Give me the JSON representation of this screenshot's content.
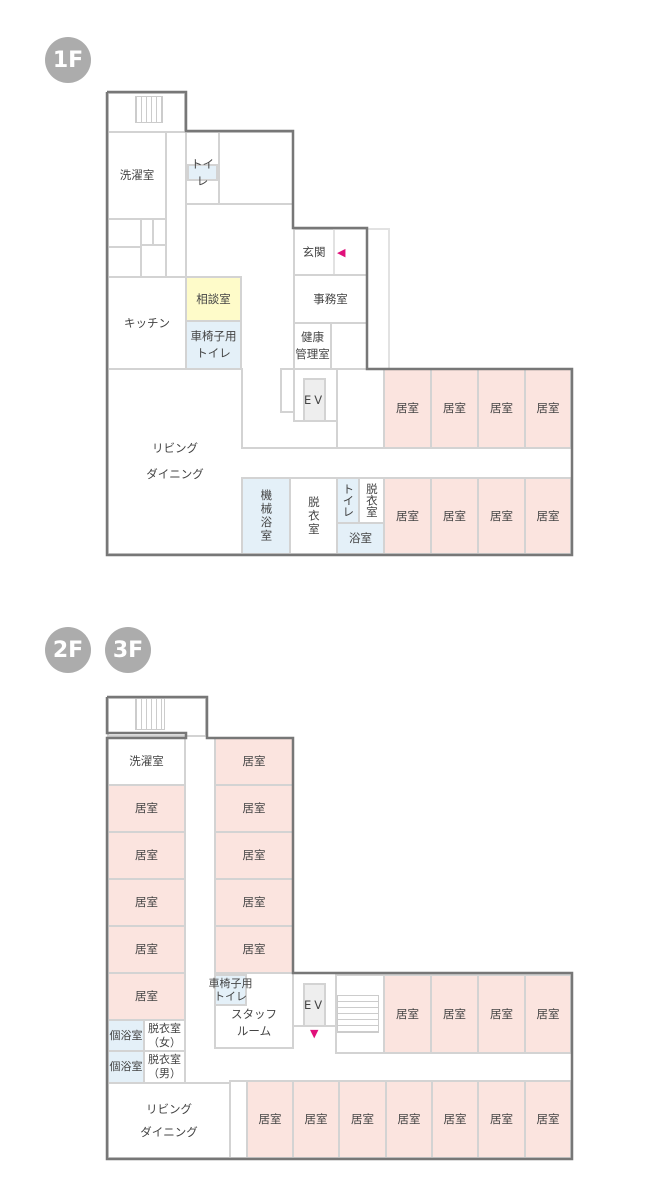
{
  "floor1": {
    "badge": "1F",
    "rooms": [
      "洗濯室",
      "トイレ",
      "玄関",
      "相談室",
      "事務室",
      "キッチン",
      "車椅子用\nトイレ",
      "健康\n管理室",
      "EV",
      "居室",
      "居室",
      "居室",
      "居室",
      "リビング\nダイニング",
      "機械浴室",
      "脱衣室",
      "トイレ",
      "脱衣室",
      "浴室",
      "居室",
      "居室",
      "居室",
      "居室"
    ]
  },
  "floor23": {
    "badges": [
      "2F",
      "3F"
    ],
    "rooms": [
      "洗濯室",
      "居室",
      "居室",
      "居室",
      "居室",
      "居室",
      "居室",
      "居室",
      "居室",
      "居室",
      "居室",
      "車椅子用\nトイレ",
      "スタッフ\nルーム",
      "EV",
      "個浴室",
      "脱衣室\n（女）",
      "個浴室",
      "脱衣室\n（男）",
      "居室",
      "居室",
      "居室",
      "居室",
      "リビング\nダイニング",
      "居室",
      "居室",
      "居室",
      "居室",
      "居室",
      "居室",
      "居室"
    ]
  },
  "colors": {
    "resident_room": "#fbe4df",
    "water": "#e4f0f8",
    "consult": "#fefbc9",
    "entrance_arrow": "#e0107a",
    "wall": "#777777"
  }
}
